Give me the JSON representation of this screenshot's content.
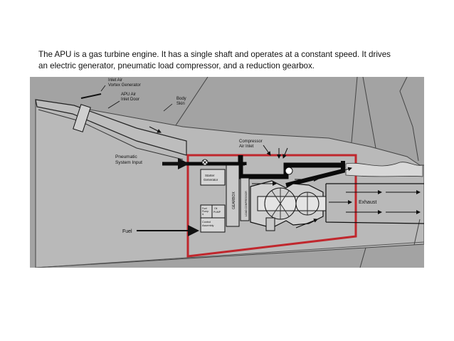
{
  "caption": {
    "line1": "The APU is a gas turbine engine. It has a single shaft and operates at a constant speed. It drives",
    "line2": "an electric generator, pneumatic load compressor, and a reduction gearbox."
  },
  "diagram": {
    "colors": {
      "background": "#a3a3a3",
      "nacelle": "#bdbdbd",
      "firewall": "#c0272d",
      "duct": "#0a0a0a",
      "exhaust_flame": "#d8d8d8"
    },
    "labels": {
      "inlet_air_vortex_1": "Inlet Air",
      "inlet_air_vortex_2": "Vortex Generator",
      "apu_air_inlet_door_1": "APU Air",
      "apu_air_inlet_door_2": "Inlet Door",
      "body_skin_1": "Body",
      "body_skin_2": "Skin",
      "compressor_air_inlet_1": "Compressor",
      "compressor_air_inlet_2": "Air Inlet",
      "pneumatic_system_input_1": "Pneumatic",
      "pneumatic_system_input_2": "System Input",
      "starter_generator_1": "Starter",
      "starter_generator_2": "Generator",
      "gearbox": "GEARBOX",
      "load_compressor": "LOAD COMPRESSOR",
      "fuel_pump_1": "Fuel",
      "fuel_pump_2": "Pump",
      "fuel_pump_3": "&",
      "oil_pump_1": "Oil",
      "oil_pump_2": "PUMP",
      "control_assembly_1": "Control",
      "control_assembly_2": "Assembly",
      "fuel": "Fuel",
      "exhaust": "Exhaust"
    }
  }
}
